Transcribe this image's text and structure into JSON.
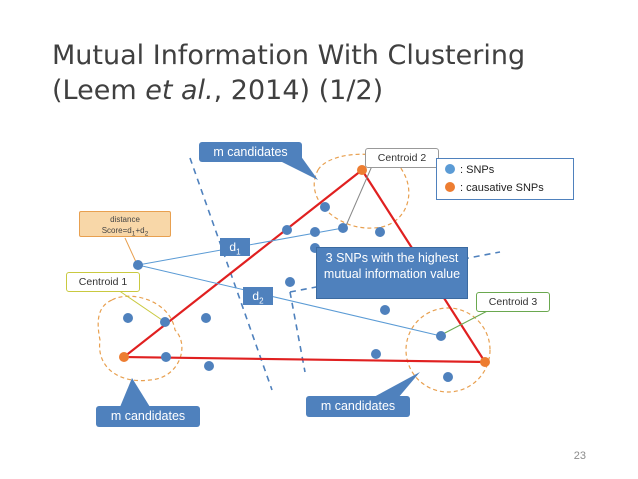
{
  "slide": {
    "title_line1": "Mutual Information With Clustering",
    "title_line2_pre": "(Leem ",
    "title_line2_em": "et al.",
    "title_line2_post": ", 2014) (1/2)",
    "page_number": "23"
  },
  "legend": {
    "snps_label": ": SNPs",
    "causative_label": ": causative SNPs",
    "snp_color": "#5b9bd5",
    "causative_color": "#ed7d31"
  },
  "callouts": {
    "m_candidates_top": "m candidates",
    "m_candidates_bottom_left": "m candidates",
    "m_candidates_bottom_mid": "m candidates",
    "centroid_1": "Centroid 1",
    "centroid_2": "Centroid 2",
    "centroid_3": "Centroid 3",
    "distance_line1": "distance",
    "distance_line2": "Score=d",
    "distance_sub1": "1",
    "distance_plus": "+d",
    "distance_sub2": "2",
    "d1": "d",
    "d1_sub": "1",
    "d2": "d",
    "d2_sub": "2",
    "highest_mi": "3 SNPs with the highest mutual information value"
  },
  "colors": {
    "accent_blue": "#4f81bd",
    "triangle_red": "#e02020",
    "cluster_orange": "#e8a050"
  }
}
